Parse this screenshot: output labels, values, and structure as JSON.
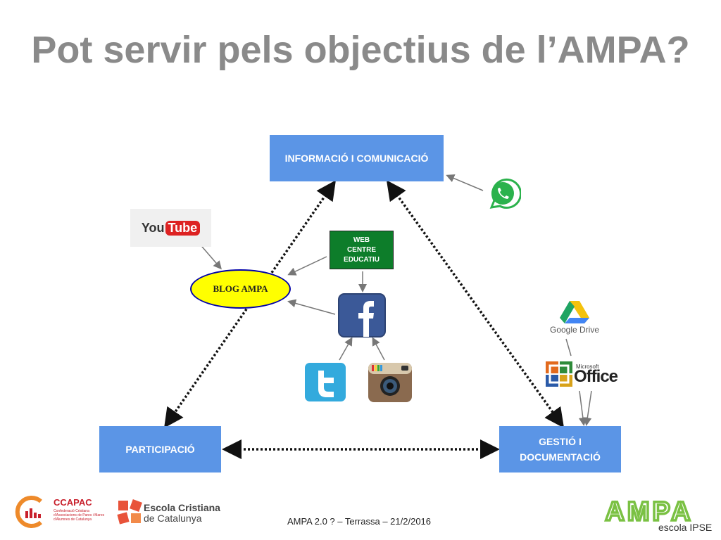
{
  "title": "Pot servir pels objectius de l’AMPA?",
  "boxes": {
    "informacio": "INFORMACIÓ I COMUNICACIÓ",
    "participacio": "PARTICIPACIÓ",
    "gestio": "GESTIÓ I\nDOCUMENTACIÓ"
  },
  "web_centre": "WEB\nCENTRE\nEDUCATIU",
  "blog": "BLOG AMPA",
  "logos": {
    "youtube_you": "You",
    "youtube_tube": "Tube",
    "google_drive": "Google Drive",
    "microsoft": "Microsoft",
    "office": "Office"
  },
  "footer": "AMPA 2.0 ? – Terrassa – 21/2/2016",
  "footer_logos": {
    "ccapac": "CCAPAC",
    "ccapac_sub": "Confederació Cristiana d'Associacions de Pares i Mares d'Alumnes de Catalunya",
    "escola_cristiana_1": "Escola Cristiana",
    "escola_cristiana_2": "de Catalunya",
    "ampa_logo": "AMPA",
    "ampa_sub": "escola IPSE"
  },
  "colors": {
    "box_blue": "#5b95e6",
    "web_green": "#0d7d2a",
    "blog_yellow": "#ffff00",
    "title_gray": "#8a8a8a",
    "ampa_green": "#7ac143"
  }
}
